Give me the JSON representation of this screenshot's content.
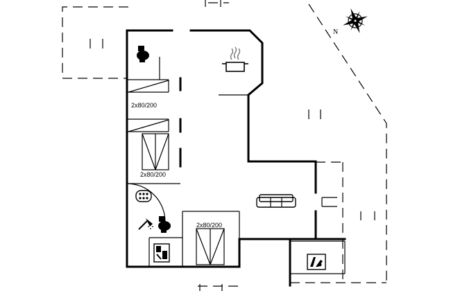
{
  "compass": {
    "north_label": "N"
  },
  "bed_labels": {
    "bedroom_1": "2x80/200",
    "bedroom_2": "2x80/200",
    "bedroom_3": "2x80/200"
  },
  "icons": {
    "toilet_1": "toilet-icon",
    "toilet_2": "toilet-icon",
    "shower": "shower-icon",
    "kitchen": "cooking-pot-icon",
    "sofa": "sofa-icon",
    "stove": "stove-icon",
    "sauna": "sauna-icon",
    "washer": "washing-machine-icon"
  }
}
